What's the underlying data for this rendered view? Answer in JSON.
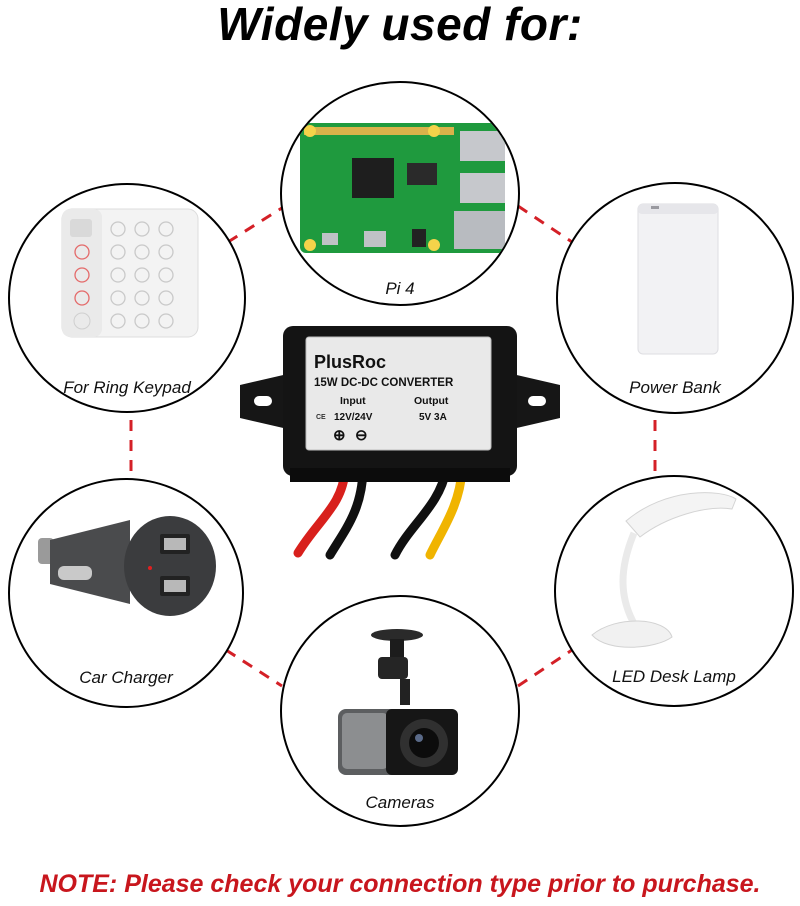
{
  "headline": "Widely used for:",
  "note": "NOTE: Please check your connection type prior to purchase.",
  "colors": {
    "connector": "#d42027",
    "note": "#c8161d",
    "converter_body": "#141414",
    "wire_red": "#d8201c",
    "wire_yellow": "#f0b400"
  },
  "applications": [
    {
      "label": "Pi 4",
      "icon": "raspberry-pi-board-icon"
    },
    {
      "label": "For Ring Keypad",
      "icon": "keypad-icon"
    },
    {
      "label": "Power Bank",
      "icon": "power-bank-icon"
    },
    {
      "label": "Car Charger",
      "icon": "car-charger-icon"
    },
    {
      "label": "LED Desk Lamp",
      "icon": "desk-lamp-icon"
    },
    {
      "label": "Cameras",
      "icon": "dash-camera-icon"
    }
  ],
  "converter": {
    "brand": "PlusRoc",
    "model": "15W DC-DC CONVERTER",
    "input_label": "Input",
    "output_label": "Output",
    "ce_mark": "CE",
    "input_value": "12V/24V",
    "output_value": "5V 3A",
    "plus_symbol": "⊕",
    "minus_symbol": "⊖"
  }
}
